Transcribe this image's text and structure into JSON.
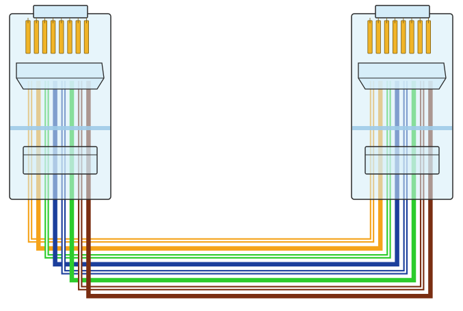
{
  "diagram": {
    "type": "rj45-ethernet-cable-wiring",
    "wiring_standard": "straight-through",
    "colors": {
      "orange": "#f5a31a",
      "green": "#2ccc2c",
      "blue": "#1c3f9c",
      "brown": "#7a2e12",
      "stripe": "#ffffff",
      "contact_pin": "#f0b428",
      "connector_body": "#d4ecf8",
      "connector_outline": "#2a2a2a",
      "connector_band": "#9fcbe8"
    },
    "wires": [
      {
        "pin": 1,
        "name": "white-orange",
        "color": "orange",
        "striped": true
      },
      {
        "pin": 2,
        "name": "orange",
        "color": "orange",
        "striped": false
      },
      {
        "pin": 3,
        "name": "white-green",
        "color": "green",
        "striped": true
      },
      {
        "pin": 4,
        "name": "blue",
        "color": "blue",
        "striped": false
      },
      {
        "pin": 5,
        "name": "white-blue",
        "color": "blue",
        "striped": true
      },
      {
        "pin": 6,
        "name": "green",
        "color": "green",
        "striped": false
      },
      {
        "pin": 7,
        "name": "white-brown",
        "color": "brown",
        "striped": true
      },
      {
        "pin": 8,
        "name": "brown",
        "color": "brown",
        "striped": false
      }
    ],
    "connectors": [
      {
        "name": "left-connector",
        "side": "left"
      },
      {
        "name": "right-connector",
        "side": "right"
      }
    ]
  }
}
